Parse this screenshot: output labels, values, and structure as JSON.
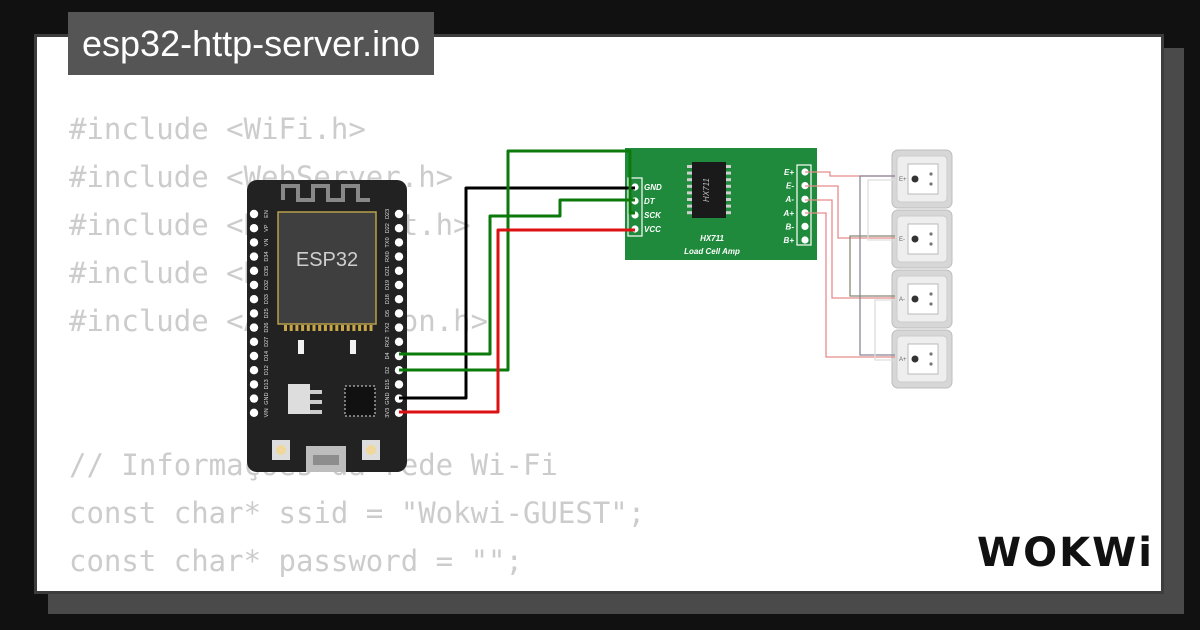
{
  "title": "esp32-http-server.ino",
  "code_lines": [
    "#include <WiFi.h>",
    "#include <WebServer.h>",
    "#include <HTTPClient.h>",
    "#include <HX711.h>",
    "#include <ArduinoJson.h>",
    "",
    "",
    "// Informações da rede Wi-Fi",
    "const char* ssid = \"Wokwi-GUEST\";",
    "const char* password = \"\";"
  ],
  "esp32": {
    "chip_label": "ESP32",
    "left_pins": [
      "EN",
      "VP",
      "VN",
      "D34",
      "D35",
      "D32",
      "D33",
      "D25",
      "D26",
      "D27",
      "D14",
      "D12",
      "D13",
      "GND",
      "VIN"
    ],
    "right_pins": [
      "D23",
      "D22",
      "TX0",
      "RX0",
      "D21",
      "D19",
      "D18",
      "D5",
      "TX2",
      "RX2",
      "D4",
      "D2",
      "D15",
      "GND",
      "3V3"
    ]
  },
  "hx711": {
    "chip_label": "HX711",
    "board_label": "HX711",
    "board_sublabel": "Load Cell Amp",
    "left_pins": [
      "GND",
      "DT",
      "SCK",
      "VCC"
    ],
    "right_pins": [
      "E+",
      "E-",
      "A-",
      "A+",
      "B-",
      "B+"
    ]
  },
  "load_cells": [
    {
      "label": "E+"
    },
    {
      "label": "E-"
    },
    {
      "label": "A-"
    },
    {
      "label": "A+"
    }
  ],
  "brand": "WOKWi",
  "colors": {
    "wire_green": "#0b7a0b",
    "wire_black": "#000000",
    "wire_red": "#dd1111",
    "hx711_board": "#1f8a3b",
    "esp32_board": "#222222",
    "load_cell_wire": "#e88c8c"
  }
}
